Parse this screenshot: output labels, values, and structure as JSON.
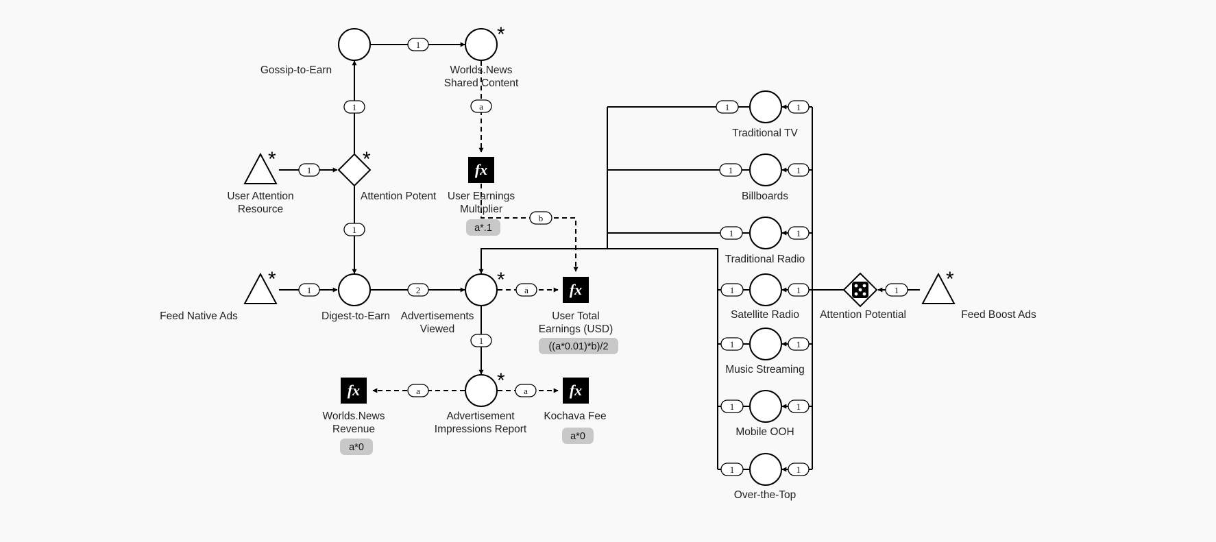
{
  "nodes": {
    "gossip": "Gossip-to-Earn",
    "shared_l1": "Worlds.News",
    "shared_l2": "Shared Content",
    "user_attention_l1": "User Attention",
    "user_attention_l2": "Resource",
    "attention_gate": "Attention Potent",
    "multiplier_l1": "User Earnings",
    "multiplier_l2": "Multiplier",
    "feed_native": "Feed Native Ads",
    "digest": "Digest-to-Earn",
    "ads_viewed_l1": "Advertisements",
    "ads_viewed_l2": "Viewed",
    "total_l1": "User Total",
    "total_l2": "Earnings (USD)",
    "revenue_l1": "Worlds.News",
    "revenue_l2": "Revenue",
    "report_l1": "Advertisement",
    "report_l2": "Impressions Report",
    "kochava": "Kochava Fee",
    "tv": "Traditional TV",
    "billboards": "Billboards",
    "radio": "Traditional Radio",
    "satellite": "Satellite Radio",
    "music": "Music Streaming",
    "mobile_ooh": "Mobile OOH",
    "ott": "Over-the-Top",
    "attention_potential": "Attention Potential",
    "feed_boost": "Feed Boost Ads"
  },
  "formulas": {
    "multiplier": "a*.1",
    "total": "((a*0.01)*b)/2",
    "revenue": "a*0",
    "kochava": "a*0"
  },
  "edges": {
    "gossip_shared": "1",
    "gate_gossip": "1",
    "ua_gate": "1",
    "gate_digest": "1",
    "fna_digest": "1",
    "digest_ads": "2",
    "shared_mult": "a",
    "mult_total": "b",
    "ads_total": "a",
    "ads_report": "1",
    "report_revenue": "a",
    "report_kochava": "a",
    "tv_in": "1",
    "tv_out": "1",
    "bb_in": "1",
    "bb_out": "1",
    "radio_in": "1",
    "radio_out": "1",
    "sat_in": "1",
    "sat_out": "1",
    "music_in": "1",
    "music_out": "1",
    "mooh_in": "1",
    "mooh_out": "1",
    "ott_in": "1",
    "ott_out": "1",
    "boost_gate": "1"
  },
  "symbols": {
    "fx": "fx",
    "star": "*"
  }
}
